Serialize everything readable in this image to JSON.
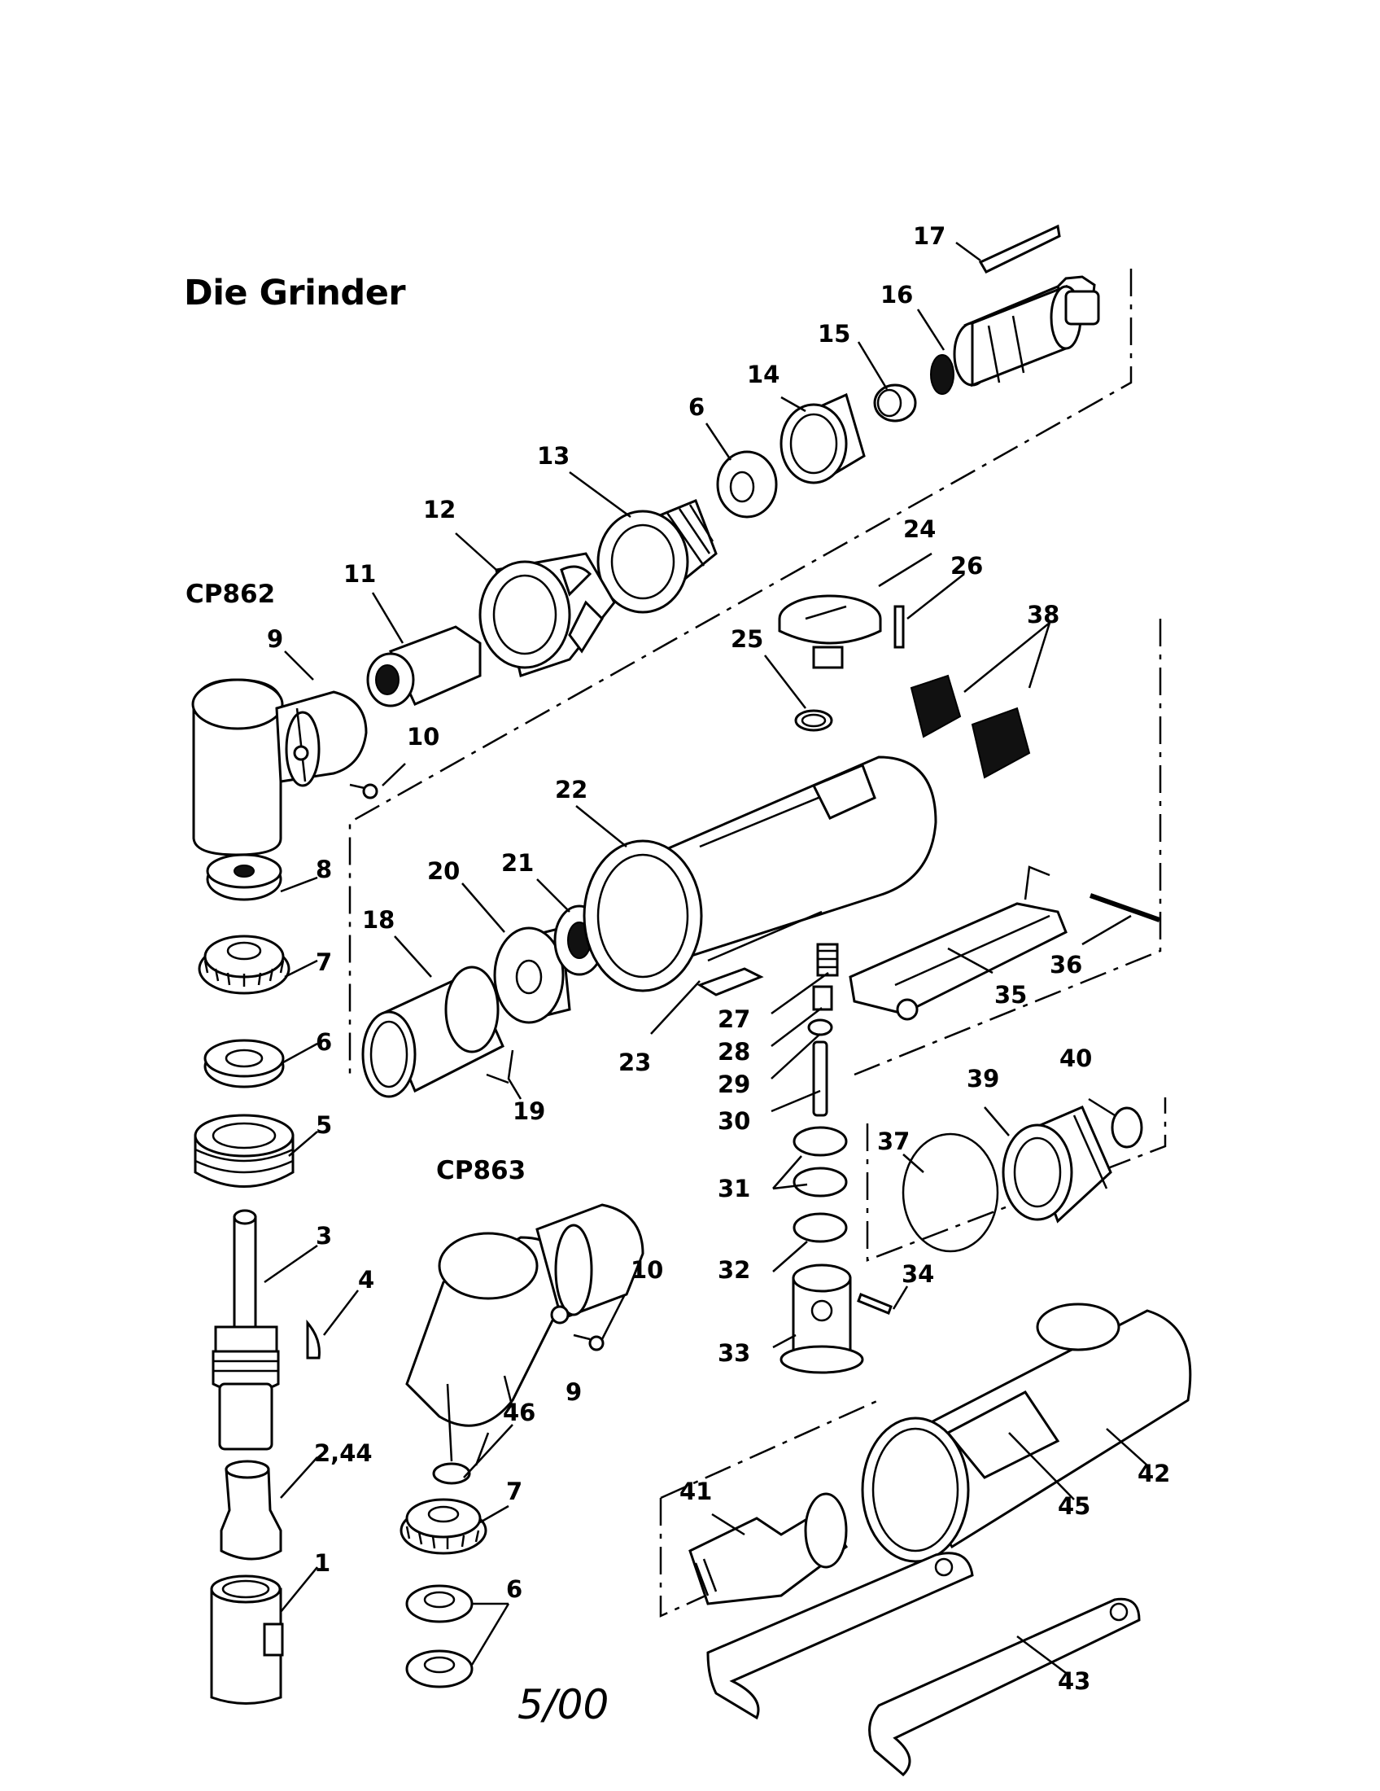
{
  "title": "Die Grinder",
  "models": [
    "CP862",
    "CP863"
  ],
  "date": "5/00",
  "callouts": {
    "c1": "1",
    "c2_44": "2,44",
    "c3": "3",
    "c4": "4",
    "c5": "5",
    "c6": "6",
    "c7": "7",
    "c8": "8",
    "c9": "9",
    "c10": "10",
    "c11": "11",
    "c12": "12",
    "c13": "13",
    "c14": "14",
    "c15": "15",
    "c16": "16",
    "c17": "17",
    "c18": "18",
    "c19": "19",
    "c20": "20",
    "c21": "21",
    "c22": "22",
    "c23": "23",
    "c24": "24",
    "c25": "25",
    "c26": "26",
    "c27": "27",
    "c28": "28",
    "c29": "29",
    "c30": "30",
    "c31": "31",
    "c32": "32",
    "c33": "33",
    "c34": "34",
    "c35": "35",
    "c36": "36",
    "c37": "37",
    "c38": "38",
    "c39": "39",
    "c40": "40",
    "c41": "41",
    "c42": "42",
    "c43": "43",
    "c45": "45",
    "c46": "46"
  }
}
